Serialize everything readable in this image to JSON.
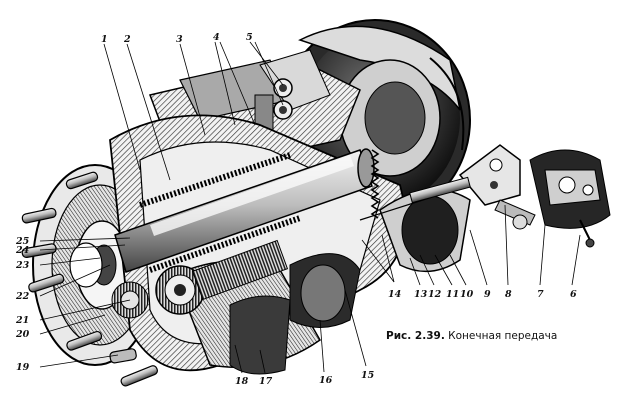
{
  "caption": {
    "figure": "Рис. 2.39.",
    "title": "Конечная передача"
  },
  "callouts": [
    "1",
    "2",
    "3",
    "4",
    "5",
    "6",
    "7",
    "8",
    "9",
    "10",
    "11",
    "12",
    "13",
    "14",
    "15",
    "16",
    "17",
    "18",
    "19",
    "20",
    "21",
    "22",
    "23",
    "24",
    "25"
  ]
}
